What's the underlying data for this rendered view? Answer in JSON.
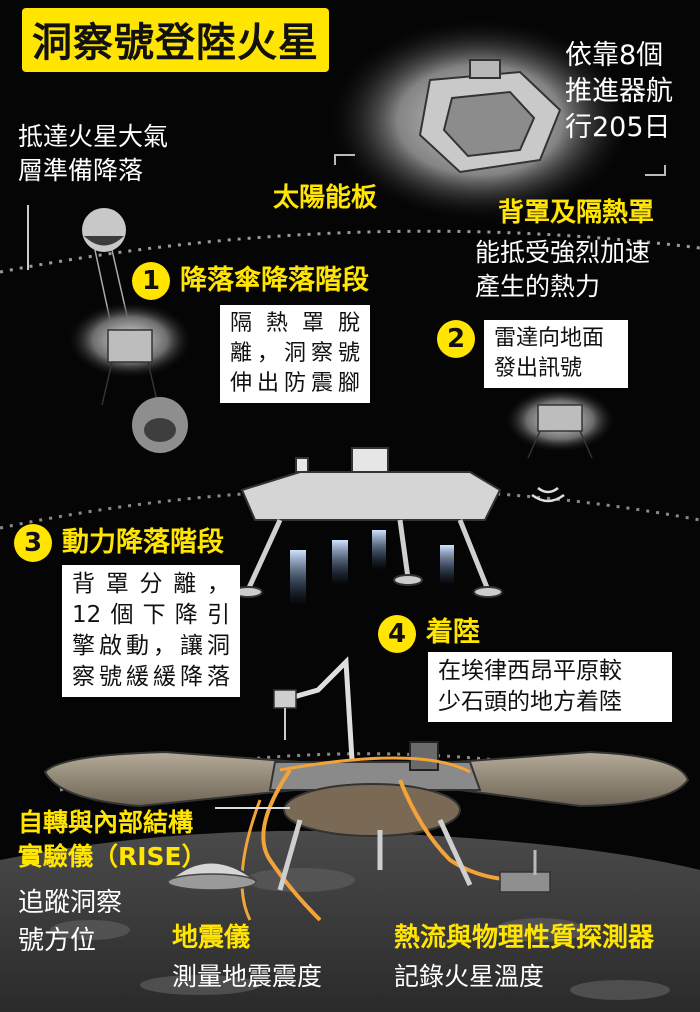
{
  "title": "洞察號登陸火星",
  "intro_left": [
    "抵達火星大氣",
    "層準備降落"
  ],
  "intro_right": [
    "依靠8個",
    "推進器航",
    "行205日"
  ],
  "solar_panel_label": "太陽能板",
  "backshell_label": "背罩及隔熱罩",
  "backshell_desc": [
    "能抵受強烈加速",
    "產生的熱力"
  ],
  "stages": [
    {
      "number": "1",
      "title": "降落傘降落階段",
      "desc": [
        "隔熱罩脫",
        "離，洞察號",
        "伸出防震腳"
      ]
    },
    {
      "number": "2",
      "title": "",
      "desc": [
        "雷達向地面",
        "發出訊號"
      ]
    },
    {
      "number": "3",
      "title": "動力降落階段",
      "desc": [
        "背罩分離，",
        "12個下降引",
        "擎啟動，讓洞",
        "察號緩緩降落"
      ]
    },
    {
      "number": "4",
      "title": "着陸",
      "desc": [
        "在埃律西昂平原較",
        "少石頭的地方着陸"
      ]
    }
  ],
  "instruments": [
    {
      "name": [
        "自轉與內部結構",
        "實驗儀（RISE）"
      ],
      "desc": [
        "追蹤洞察",
        "號方位"
      ]
    },
    {
      "name": [
        "地震儀"
      ],
      "desc": [
        "測量地震震度"
      ]
    },
    {
      "name": [
        "熱流與物理性質探測器"
      ],
      "desc": [
        "記錄火星溫度"
      ]
    }
  ],
  "colors": {
    "accent": "#ffe500",
    "background": "#050505",
    "text": "#ffffff"
  }
}
